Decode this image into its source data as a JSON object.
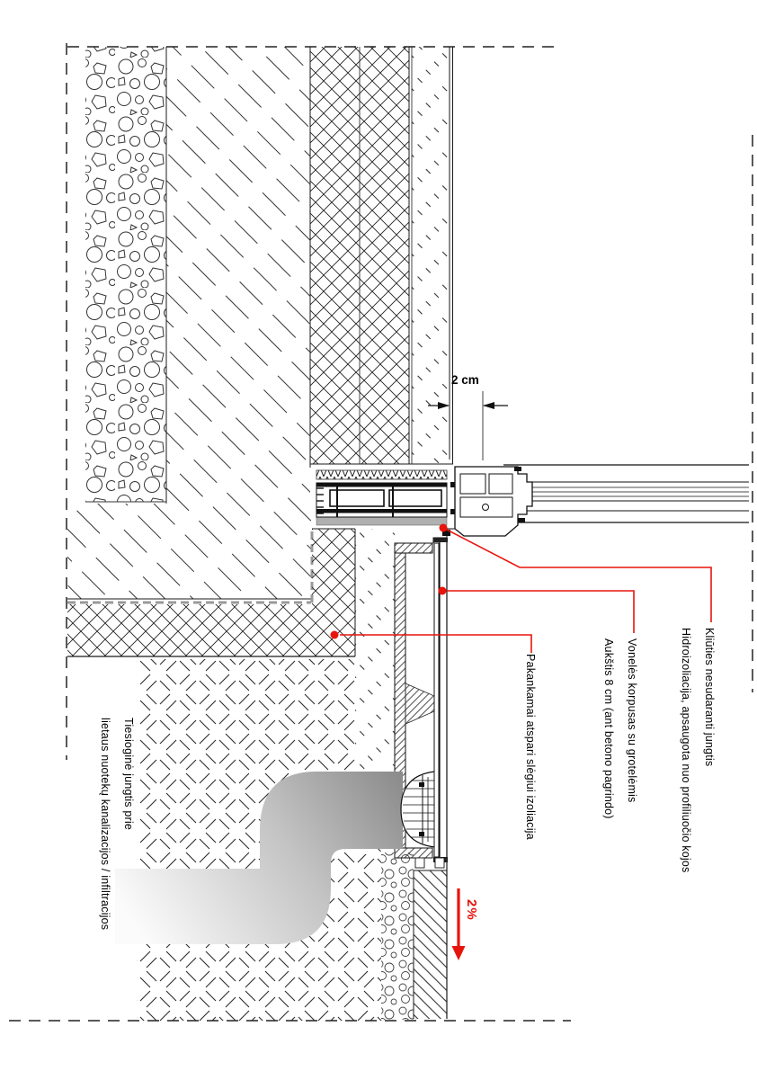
{
  "drawing": {
    "colors": {
      "leader_red": "#e8140c",
      "line_black": "#1a1a1a",
      "membrane_gray": "#999999",
      "pipe_gray": "#8a8a8a"
    },
    "dimension": {
      "label": "2 cm"
    },
    "slope": {
      "label": "2%"
    },
    "annotations": {
      "barrier_free_joint": {
        "line1": "Kliūties nesudaranti jungtis",
        "line2": "Hidroizoliacija, apsaugota nuo profiliuočio kojos"
      },
      "channel_body": {
        "line1": "Vonelės korpusas su grotelėmis",
        "line2": "Aukštis 8 cm (ant betono pagrindo)"
      },
      "pressure_insulation": {
        "line1": "Pakankamai atspari slėgiui izoliacija"
      },
      "direct_connection": {
        "line1": "Tiesioginė jungtis prie",
        "line2": "lietaus nuotekų kanalizacijos / infiltracijos"
      }
    }
  }
}
